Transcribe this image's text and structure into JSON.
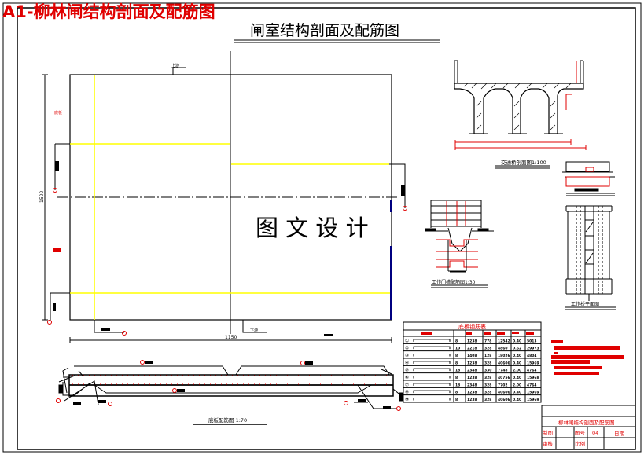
{
  "header": {
    "sheet_title": "A1-柳林闸结构剖面及配筋图",
    "drawing_title": "闸室结构剖面及配筋图"
  },
  "main_plan": {
    "upstream_label": "上游",
    "downstream_label": "下游",
    "side_label": "底板",
    "width_dim": "1150",
    "height_dim": "1500",
    "watermark": "图 文 设 计"
  },
  "details": {
    "bridge_section": "交通桥剖面图1:100",
    "gate_slot": "工作门槽配筋图1:30",
    "work_bridge_plan": "工作桥平面图",
    "slab_rebar": "底板配筋图 1:70"
  },
  "rebar_table": {
    "title": "底板钢筋表",
    "rows": [
      {
        "no": "①",
        "dia": "8",
        "len": "1238",
        "count": "778",
        "total": "12542",
        "unit": "0.40",
        "weight": "5013"
      },
      {
        "no": "②",
        "dia": "10",
        "len": "2218",
        "count": "328",
        "total": "4860",
        "unit": "0.62",
        "weight": "29973"
      },
      {
        "no": "③",
        "dia": "8",
        "len": "1408",
        "count": "128",
        "total": "18026",
        "unit": "0.40",
        "weight": "4804"
      },
      {
        "no": "④",
        "dia": "8",
        "len": "1238",
        "count": "328",
        "total": "40606",
        "unit": "0.40",
        "weight": "15969"
      },
      {
        "no": "⑤",
        "dia": "18",
        "len": "2348",
        "count": "330",
        "total": "7748",
        "unit": "2.00",
        "weight": "4764"
      },
      {
        "no": "⑥",
        "dia": "8",
        "len": "1238",
        "count": "328",
        "total": "40756",
        "unit": "0.40",
        "weight": "15968"
      },
      {
        "no": "⑦",
        "dia": "18",
        "len": "2348",
        "count": "328",
        "total": "7702",
        "unit": "2.00",
        "weight": "4764"
      },
      {
        "no": "⑧",
        "dia": "8",
        "len": "1238",
        "count": "328",
        "total": "40606",
        "unit": "0.40",
        "weight": "15969"
      },
      {
        "no": "⑨",
        "dia": "8",
        "len": "1238",
        "count": "328",
        "total": "40606",
        "unit": "0.40",
        "weight": "15969"
      }
    ]
  },
  "title_block": {
    "name": "柳林闸结构剖面及配筋图",
    "drawn_label": "制图",
    "drawing_no_label": "图号",
    "drawing_no": "04",
    "date_label": "日期",
    "review_label": "审核",
    "scale_label": "比例"
  },
  "colors": {
    "red": "#e00000",
    "yellow": "#ffff00",
    "blue": "#000080",
    "line": "#000000"
  }
}
